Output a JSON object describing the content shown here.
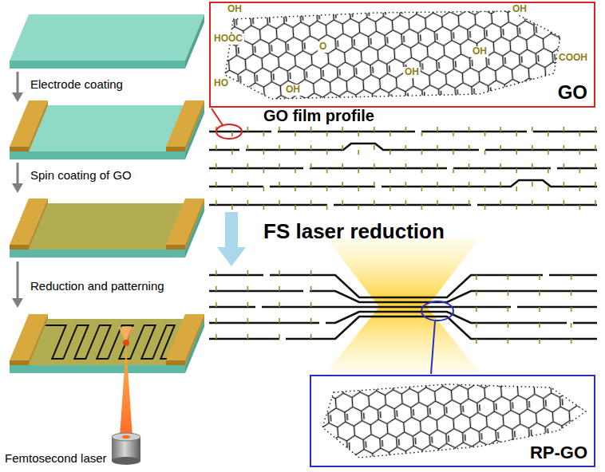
{
  "diagram": {
    "nodes": [
      {
        "text": [
          "GO"
        ]
      },
      {
        "text": [
          "RP-GO"
        ]
      }
    ],
    "labels": [
      "Electrode coating",
      "Spin coating of GO",
      "Reduction and patterning",
      "Femtosecond laser",
      "OH",
      "OH",
      "HOOC",
      "O",
      "OH",
      "COOH",
      "OH",
      "HO",
      "OH",
      "GO film profile",
      "FS laser reduction"
    ]
  }
}
